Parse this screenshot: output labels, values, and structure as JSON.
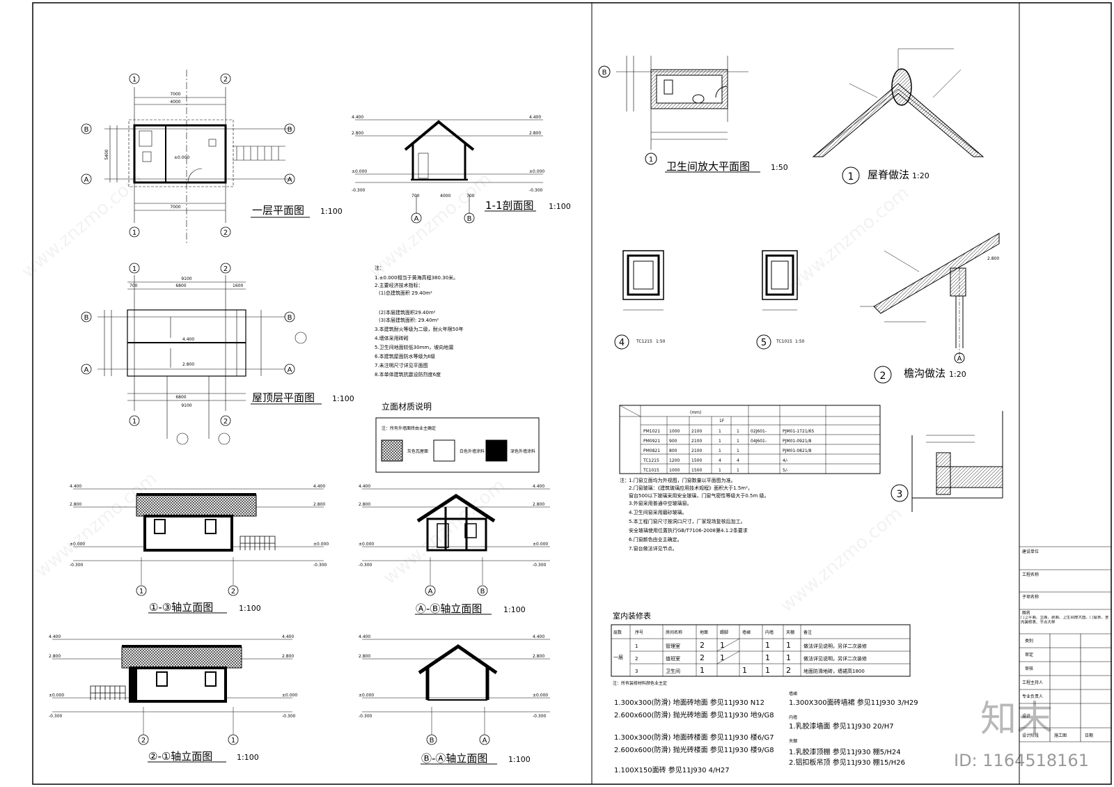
{
  "plans": {
    "floor_plan": {
      "title": "一层平面图",
      "scale": "1:100"
    },
    "section_11": {
      "title": "1-1剖面图",
      "scale": "1:100"
    },
    "roof_plan": {
      "title": "屋顶层平面图",
      "scale": "1:100"
    },
    "elev_13": {
      "title": "①-③轴立面图",
      "scale": "1:100"
    },
    "elev_ab": {
      "title": "Ⓐ-Ⓑ轴立面图",
      "scale": "1:100"
    },
    "elev_21": {
      "title": "②-①轴立面图",
      "scale": "1:100"
    },
    "elev_ba": {
      "title": "Ⓑ-Ⓐ轴立面图",
      "scale": "1:100"
    },
    "toilet_plan": {
      "title": "卫生间放大平面图",
      "scale": "1:50"
    },
    "ridge": {
      "num": "1",
      "title": "屋脊做法",
      "scale": "1:20"
    },
    "gutter": {
      "num": "2",
      "title": "檐沟做法",
      "scale": "1:20"
    },
    "detail3": {
      "num": "3"
    },
    "tc1215": {
      "num": "4",
      "label": "TC1215",
      "scale": "1:50"
    },
    "tc1015": {
      "num": "5",
      "label": "TC1015",
      "scale": "1:50"
    }
  },
  "grid_labels": {
    "g1": "1",
    "g2": "2",
    "gA": "A",
    "gB": "B"
  },
  "levels": {
    "top": "4.400",
    "eave": "2.800",
    "zero": "±0.000",
    "below": "-0.300"
  },
  "floor_dims": {
    "total": "7000",
    "seg": "4000",
    "h": "5400"
  },
  "roof_dims": {
    "total": "9100",
    "seg": "6800",
    "side": "700",
    "side2": "1600",
    "lvl": "4.400"
  },
  "section_dims": {
    "a": "700",
    "b": "4000",
    "c": "700"
  },
  "notes": {
    "head": "注：",
    "lines": [
      "1.±0.000相当于黄海高程380.30米。",
      "2.主要经济技术指标：",
      "(1)总建筑面积 29.40m²",
      "(2)本层建筑面积29.40m²",
      "(3)本层建筑面积: 29.40m²",
      "3.本建筑耐火等级为二级，耐火年限50年",
      "4.墙体采用砖砌",
      "5.卫生间地面较低30mm，坡向地漏",
      "6.本建筑屋面防水等级为Ⅱ级",
      "7.未注明尺寸详见平面图",
      "8.本单体建筑抗震设防烈度6度"
    ]
  },
  "materials": {
    "title": "立面材质说明",
    "note": "注：所有外墙面砖由业主确定",
    "items": [
      "灰色瓦屋面",
      "白色外墙涂料",
      "深色外墙涂料"
    ]
  },
  "door_table": {
    "header": [
      "",
      "",
      "(mm)",
      "",
      "1F",
      "",
      ""
    ],
    "rows": [
      [
        "PM1021",
        "1000",
        "2100",
        "1",
        "1",
        "02J601-",
        "PJM01-1721/65"
      ],
      [
        "PM0921",
        "900",
        "2100",
        "1",
        "1",
        "04J601-",
        "PJM01-0921/8"
      ],
      [
        "PM0821",
        "800",
        "2100",
        "1",
        "1",
        "",
        "PJM01-0821/8"
      ],
      [
        "TC1215",
        "1200",
        "1500",
        "4",
        "4",
        "",
        "4/-"
      ],
      [
        "TC1015",
        "1000",
        "1500",
        "1",
        "1",
        "",
        "5/-"
      ]
    ]
  },
  "door_notes": {
    "head": "注：",
    "lines": [
      "1.门窗立面均为外视图，门窗数量以平面图为准。",
      "2.门窗玻璃：《建筑玻璃应用技术规程》面积大于1.5m²，",
      "窗台500以下玻璃采用安全玻璃，门窗气密性等级大于0.5m 级。",
      "3.外窗采用普通中空玻璃窗。",
      "4.卫生间窗采用磨砂玻璃。",
      "5.本工程门窗尺寸按洞口尺寸，厂家现场复核后加工。",
      "安全玻璃使用位置执行GB/T7106-2008第4.1.2条要求",
      "6.门窗颜色由业主确定。",
      "7.窗台做法详见节点。"
    ]
  },
  "interior_table": {
    "title": "室内装修表",
    "header": [
      "层数",
      "序号",
      "房间名称",
      "地面",
      "踢脚",
      "墙裙",
      "内墙",
      "天棚",
      "备注"
    ],
    "rows": [
      [
        "一层",
        "1",
        "管理室",
        "2",
        "1",
        "",
        "1",
        "1",
        "做法详见说明，另详二次装修"
      ],
      [
        "",
        "2",
        "值班室",
        "2",
        "1",
        "",
        "1",
        "1",
        "做法详见说明，另详二次装修"
      ],
      [
        "",
        "3",
        "卫生间",
        "1",
        "",
        "1",
        "1",
        "2",
        "地面防滑地砖，墙裙高1800"
      ]
    ]
  },
  "interior_notes": {
    "head": "注：所有装修材料颜色业主定",
    "left": [
      "1.300x300(防滑)  地面砖地面  参见11J930 N12",
      "2.600x600(防滑)  抛光砖地面  参见11J930 地9/G8",
      "1.300x300(防滑)  地面砖楼面  参见11J930 楼6/G7",
      "2.600x600(防滑)  抛光砖楼面  参见11J930 楼9/G8",
      "1.100X150面砖  参见11J930 4/H27"
    ],
    "right_head1": "墙裙",
    "right1": "1.300X300面砖墙裙  参见11J930 3/H29",
    "right_head2": "内墙",
    "right2": "1.乳胶漆墙面  参见11J930 20/H7",
    "right_head3": "天棚",
    "right3": [
      "1.乳胶漆顶棚  参见11J930 棚5/H24",
      "2.铝扣板吊顶  参见11J930 棚15/H26"
    ]
  },
  "title_block": {
    "rows": [
      "建设单位",
      "工程名称",
      "子项名称",
      "图名"
    ],
    "drawing_name": "门卫平面、立面、剖面、卫生间放大图、门窗表、室内装修表、节点大样",
    "roles": [
      "类别",
      "审定",
      "审核",
      "工程主持人",
      "专业负责人",
      "设计",
      "设计阶段"
    ],
    "phase": "施工图",
    "date_label": "日期"
  },
  "watermark": {
    "brand": "知末",
    "id": "ID: 1164518161",
    "site": "www.znzmo.com"
  }
}
